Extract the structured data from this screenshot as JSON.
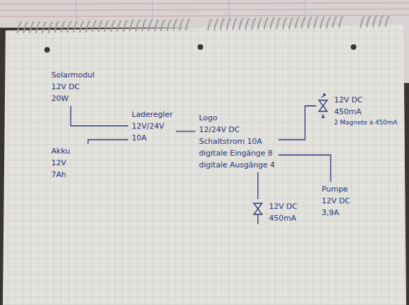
{
  "diagram": {
    "nodes": [
      {
        "text": [
          "Solarmodul",
          "12V DC",
          "20W"
        ]
      },
      {
        "text": [
          "Akku",
          "12V",
          "7Ah"
        ]
      },
      {
        "text": [
          "Laderegler",
          "12V/24V",
          "10A"
        ]
      },
      {
        "text": [
          "Logo",
          "12/24V DC",
          "Schaltstrom 10A",
          "digitale Eingänge 8",
          "digitale Ausgänge 4"
        ]
      },
      {
        "text": [
          "12V DC",
          "450mA",
          "2 Magnete à 450mA"
        ]
      },
      {
        "text": [
          "12V DC",
          "450mA"
        ]
      },
      {
        "text": [
          "Pumpe",
          "12V DC",
          "3,9A"
        ]
      }
    ],
    "edges": [
      {
        "from": 0,
        "to": 2,
        "arrow": "none"
      },
      {
        "from": 1,
        "to": 2,
        "arrow": "none"
      },
      {
        "from": 2,
        "to": 3,
        "arrow": "none"
      },
      {
        "from": 3,
        "to": 4,
        "arrow": "none"
      },
      {
        "from": 3,
        "to": 5,
        "arrow": "none"
      },
      {
        "from": 3,
        "to": 6,
        "arrow": "none"
      }
    ]
  }
}
